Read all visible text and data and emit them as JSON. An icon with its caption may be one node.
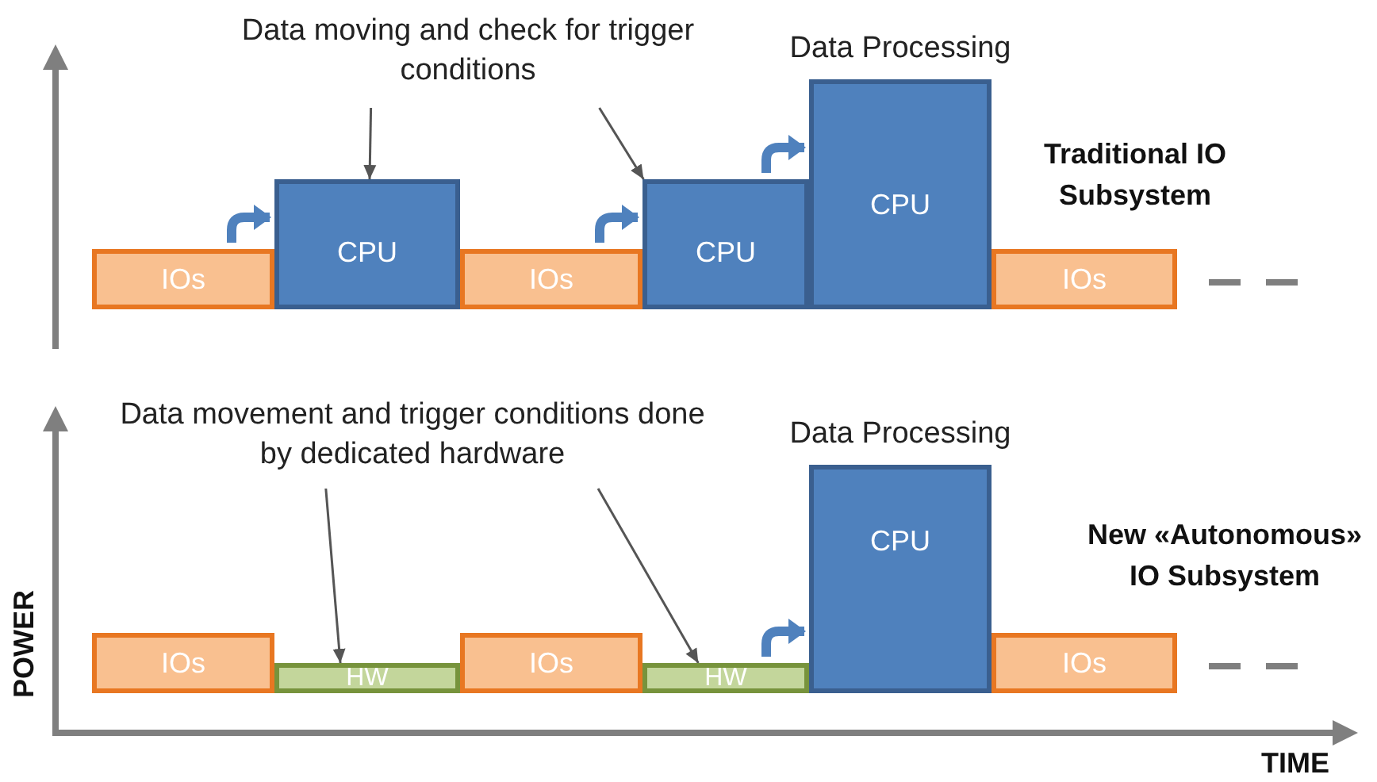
{
  "diagram": {
    "nodes": [
      {
        "text": [
          "Data moving and check for trigger conditions"
        ]
      },
      {
        "text": [
          "IOs"
        ]
      },
      {
        "text": [
          "CPU"
        ]
      },
      {
        "text": [
          "IOs"
        ]
      },
      {
        "text": [
          "CPU"
        ]
      },
      {
        "text": [
          "CPU"
        ],
        "beside": [
          "Data Processing"
        ]
      },
      {
        "text": [
          "IOs"
        ]
      },
      {
        "text": [
          "Data movement and trigger conditions done by dedicated hardware"
        ]
      },
      {
        "text": [
          "IOs"
        ]
      },
      {
        "text": [
          "HW"
        ]
      },
      {
        "text": [
          "IOs"
        ]
      },
      {
        "text": [
          "HW"
        ]
      },
      {
        "text": [
          "CPU"
        ],
        "beside": [
          "Data Processing"
        ]
      },
      {
        "text": [
          "IOs"
        ]
      }
    ],
    "edges": [
      {
        "from": 0,
        "to": 2,
        "arrow": "to"
      },
      {
        "from": 0,
        "to": 4,
        "arrow": "to"
      },
      {
        "from": 1,
        "to": 2,
        "arrow": "to",
        "style": "thick",
        "color": "#4f81bd"
      },
      {
        "from": 3,
        "to": 4,
        "arrow": "to",
        "style": "thick",
        "color": "#4f81bd"
      },
      {
        "from": 4,
        "to": 5,
        "arrow": "to",
        "style": "thick",
        "color": "#4f81bd"
      },
      {
        "from": 7,
        "to": 9,
        "arrow": "to"
      },
      {
        "from": 7,
        "to": 11,
        "arrow": "to"
      },
      {
        "from": 11,
        "to": 12,
        "arrow": "to",
        "style": "thick",
        "color": "#4f81bd"
      }
    ],
    "labels": [
      "Traditional IO Subsystem",
      "New «Autonomous» IO Subsystem",
      "POWER",
      "TIME"
    ]
  }
}
